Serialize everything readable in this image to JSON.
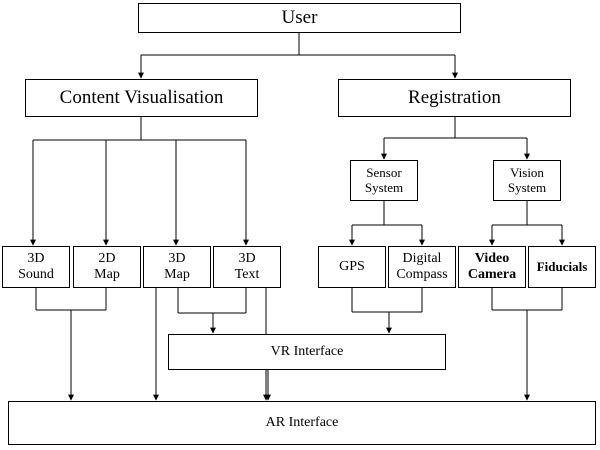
{
  "diagram": {
    "nodes": {
      "user": "User",
      "content_visualisation": "Content Visualisation",
      "registration": "Registration",
      "sensor_system": "Sensor\nSystem",
      "vision_system": "Vision\nSystem",
      "sound_3d": "3D\nSound",
      "map_2d": "2D\nMap",
      "map_3d": "3D\nMap",
      "text_3d": "3D\nText",
      "gps": "GPS",
      "digital_compass": "Digital\nCompass",
      "video_camera": "Video\nCamera",
      "fiducials": "Fiducials",
      "vr_interface": "VR Interface",
      "ar_interface": "AR Interface"
    },
    "connections": [
      [
        "user",
        "content_visualisation"
      ],
      [
        "user",
        "registration"
      ],
      [
        "content_visualisation",
        "sound_3d"
      ],
      [
        "content_visualisation",
        "map_2d"
      ],
      [
        "content_visualisation",
        "map_3d"
      ],
      [
        "content_visualisation",
        "text_3d"
      ],
      [
        "registration",
        "sensor_system"
      ],
      [
        "registration",
        "vision_system"
      ],
      [
        "sensor_system",
        "gps"
      ],
      [
        "sensor_system",
        "digital_compass"
      ],
      [
        "vision_system",
        "video_camera"
      ],
      [
        "vision_system",
        "fiducials"
      ],
      [
        "map_3d",
        "vr_interface"
      ],
      [
        "text_3d",
        "vr_interface"
      ],
      [
        "gps",
        "vr_interface"
      ],
      [
        "digital_compass",
        "vr_interface"
      ],
      [
        "sound_3d",
        "ar_interface"
      ],
      [
        "map_2d",
        "ar_interface"
      ],
      [
        "map_3d",
        "ar_interface"
      ],
      [
        "text_3d",
        "ar_interface"
      ],
      [
        "vr_interface",
        "ar_interface"
      ],
      [
        "video_camera",
        "ar_interface"
      ],
      [
        "fiducials",
        "ar_interface"
      ]
    ]
  }
}
